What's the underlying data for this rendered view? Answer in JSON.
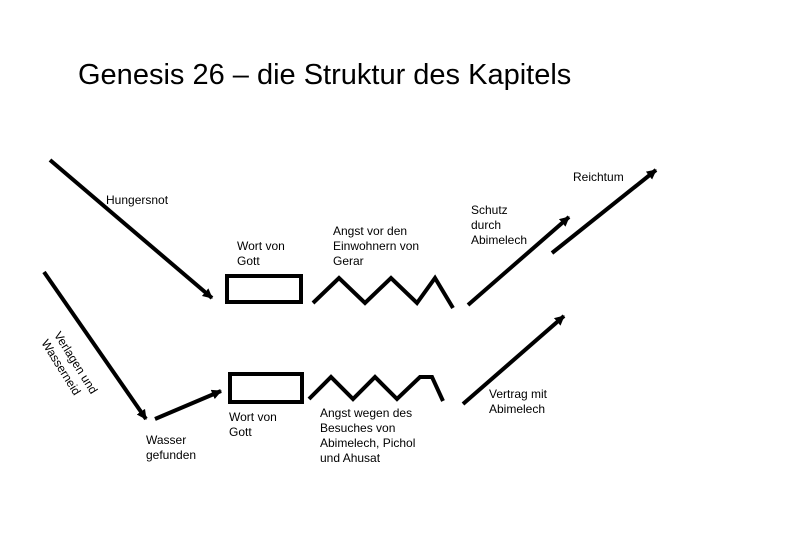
{
  "title": "Genesis 26 – die Struktur des Kapitels",
  "labels": {
    "hungersnot": "Hungersnot",
    "wort_von_gott_top": "Wort von\nGott",
    "angst_top": "Angst vor den\nEinwohnern von\nGerar",
    "schutz": "Schutz\ndurch\nAbimelech",
    "reichtum": "Reichtum",
    "verlagen": "Verlagen und\nWasserneid",
    "wasser": "Wasser\ngefunden",
    "wort_von_gott_bottom": "Wort von\nGott",
    "angst_bottom": "Angst wegen des\nBesuches von\nAbimelech, Pichol\nund Ahusat",
    "vertrag": "Vertrag mit\nAbimelech"
  },
  "colors": {
    "stroke": "#000000",
    "background": "#ffffff"
  }
}
